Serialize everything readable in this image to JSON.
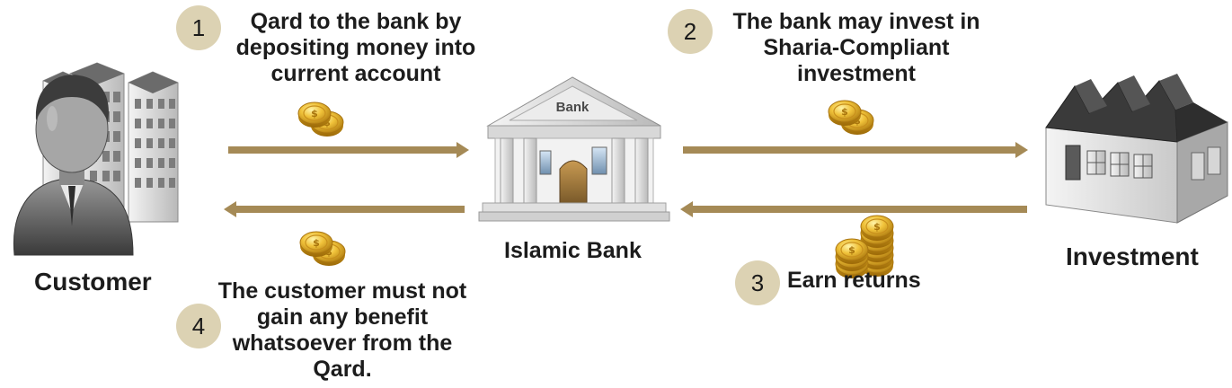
{
  "colors": {
    "arrow": "#a58a56",
    "badge": "#dcd2b3",
    "text": "#1c1c1c"
  },
  "steps": [
    {
      "number": "1",
      "lines": [
        "Qard to the bank by",
        "depositing money into",
        "current account"
      ]
    },
    {
      "number": "2",
      "lines": [
        "The bank may invest in",
        "Sharia-Compliant",
        "investment"
      ]
    },
    {
      "number": "3",
      "lines": [
        "Earn returns"
      ]
    },
    {
      "number": "4",
      "lines": [
        "The customer must not",
        "gain any benefit",
        "whatsoever from the",
        "Qard."
      ]
    }
  ],
  "entities": {
    "customer": {
      "label": "Customer",
      "icon": "businessman-with-buildings-icon"
    },
    "bank": {
      "label": "Islamic Bank",
      "icon": "bank-building-icon",
      "sign": "Bank"
    },
    "investment": {
      "label": "Investment",
      "icon": "factory-icon"
    }
  },
  "flows": [
    {
      "from": "Customer",
      "to": "Islamic Bank",
      "icon": "gold-coins-icon"
    },
    {
      "from": "Islamic Bank",
      "to": "Customer",
      "icon": "gold-coins-icon"
    },
    {
      "from": "Islamic Bank",
      "to": "Investment",
      "icon": "gold-coins-icon"
    },
    {
      "from": "Investment",
      "to": "Islamic Bank",
      "icon": "coin-stack-icon"
    }
  ]
}
